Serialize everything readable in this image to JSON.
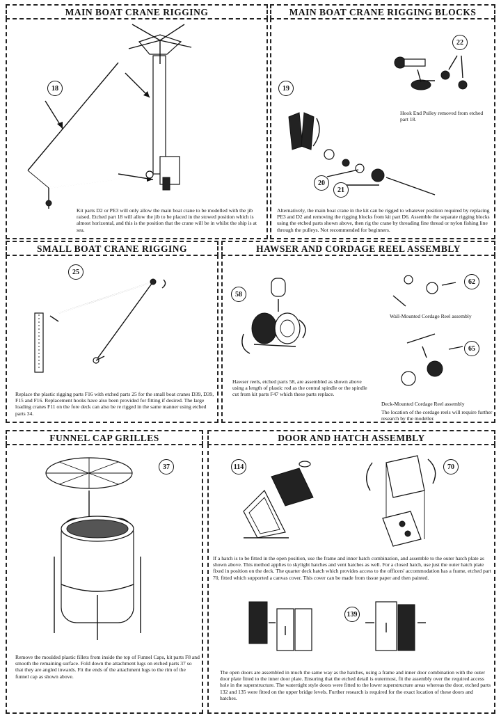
{
  "sections": {
    "main_crane": {
      "title": "MAIN BOAT CRANE RIGGING",
      "part": "18",
      "caption": "Kit parts D2 or PE3 will only allow the main boat crane to be modelled with the jib raised. Etched part 18 will allow the jib to be placed in the stowed position which is almost horizontal, and this is the position that the crane will be in whilst the ship is at sea."
    },
    "rigging_blocks": {
      "title": "MAIN BOAT CRANE RIGGING BLOCKS",
      "parts": [
        "22",
        "19",
        "20",
        "21"
      ],
      "pulley_note": "Hook End Pulley removed from etched part 18.",
      "caption": "Alternatively, the main boat crane in the kit can be rigged to whatever position required by replacing PE3 and D2 and removing the rigging blocks from kit part D6. Assemble the separate rigging blocks using the etched parts shown above, then rig the crane by threading fine thread or nylon fishing line through the pulleys. Not recommended for beginners."
    },
    "small_crane": {
      "title": "SMALL BOAT CRANE RIGGING",
      "part": "25",
      "caption": "Replace the plastic rigging parts F16 with etched parts 25 for the small boat cranes D39, D39, F15 and F16. Replacement hooks have also been provided for fitting if desired. The large loading cranes F11 on the fore deck can also be re rigged in the same manner using etched parts 34."
    },
    "hawser": {
      "title": "HAWSER AND CORDAGE REEL ASSEMBLY",
      "parts": [
        "58",
        "62",
        "65"
      ],
      "hawser_caption": "Hawser reels, etched parts 58, are assembled as shown above using a length of plastic rod as the central spindle or the spindle cut from kit parts F47 which these parts replace.",
      "wall_label": "Wall-Mounted Cordage Reel assembly",
      "deck_label": "Deck-Mounted Cordage Reel assembly",
      "location_note": "The location of the cordage reels will require further research by the modeller."
    },
    "funnel": {
      "title": "FUNNEL CAP GRILLES",
      "part": "37",
      "caption": "Remove the moulded plastic fillets from inside the top of Funnel Caps, kit parts F8 and smooth the remaining surface. Fold down the attachment lugs on etched parts 37 so that they are angled inwards. Fit the ends of the attachment lugs to the rim of the funnel cap as shown above."
    },
    "door": {
      "title": "DOOR AND HATCH ASSEMBLY",
      "parts": [
        "114",
        "70",
        "139"
      ],
      "hatch_caption": "If a hatch is to be fitted in the open position, use the frame and inner hatch combination, and assemble to the outer hatch plate as shown above. This method applies to skylight hatches and vent hatches as well. For a closed hatch, use just the outer hatch plate fixed in position on the deck. The quarter deck hatch which provides access to the officers' accommodation has a frame, etched part 70, fitted which supported a canvas cover. This cover can be made from tissue paper and then painted.",
      "door_caption": "The open doors are assembled in much the same way as the hatches, using a frame and inner door combination with the outer door plate fitted to the inner door plate. Ensuring that the etched detail is outermost, fit the assembly over the required access hole in the superstructure. The watertight style doors were fitted to the lower superstructure areas whereas the door, etched parts 132 and 135 were fitted on the upper bridge levels. Further research is required for the exact location of these doors and hatches."
    }
  }
}
